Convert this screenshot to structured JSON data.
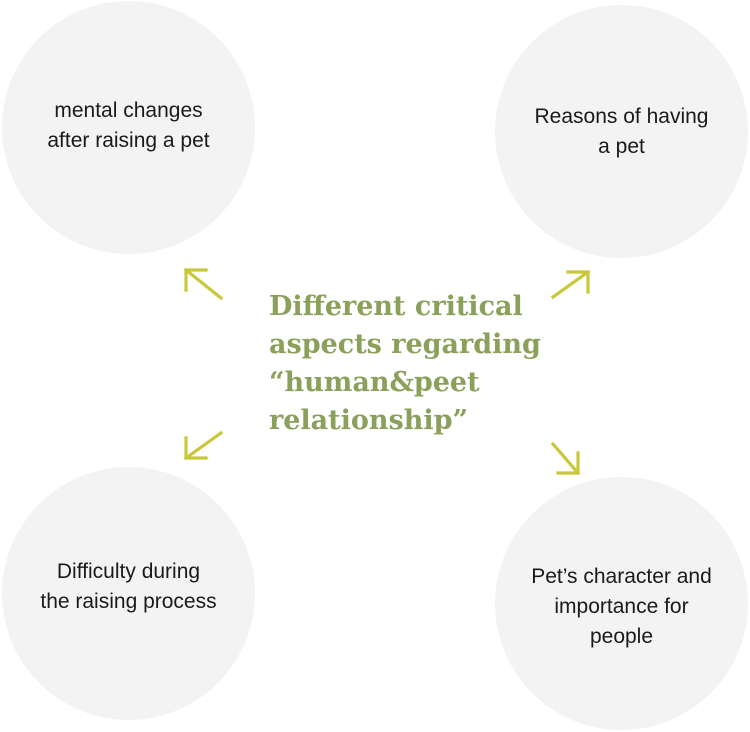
{
  "center": {
    "title": "Different critical\naspects regarding\n“human&peet\nrelationship”"
  },
  "nodes": {
    "top_left": "mental changes\nafter raising a pet",
    "top_right": "Reasons of having\na pet",
    "bottom_left": "Difficulty during\nthe raising process",
    "bottom_right": "Pet’s character and\nimportance for\npeople"
  },
  "colors": {
    "accent": "#c8c83a",
    "title": "#8ba05a",
    "circle": "#f3f3f3"
  }
}
